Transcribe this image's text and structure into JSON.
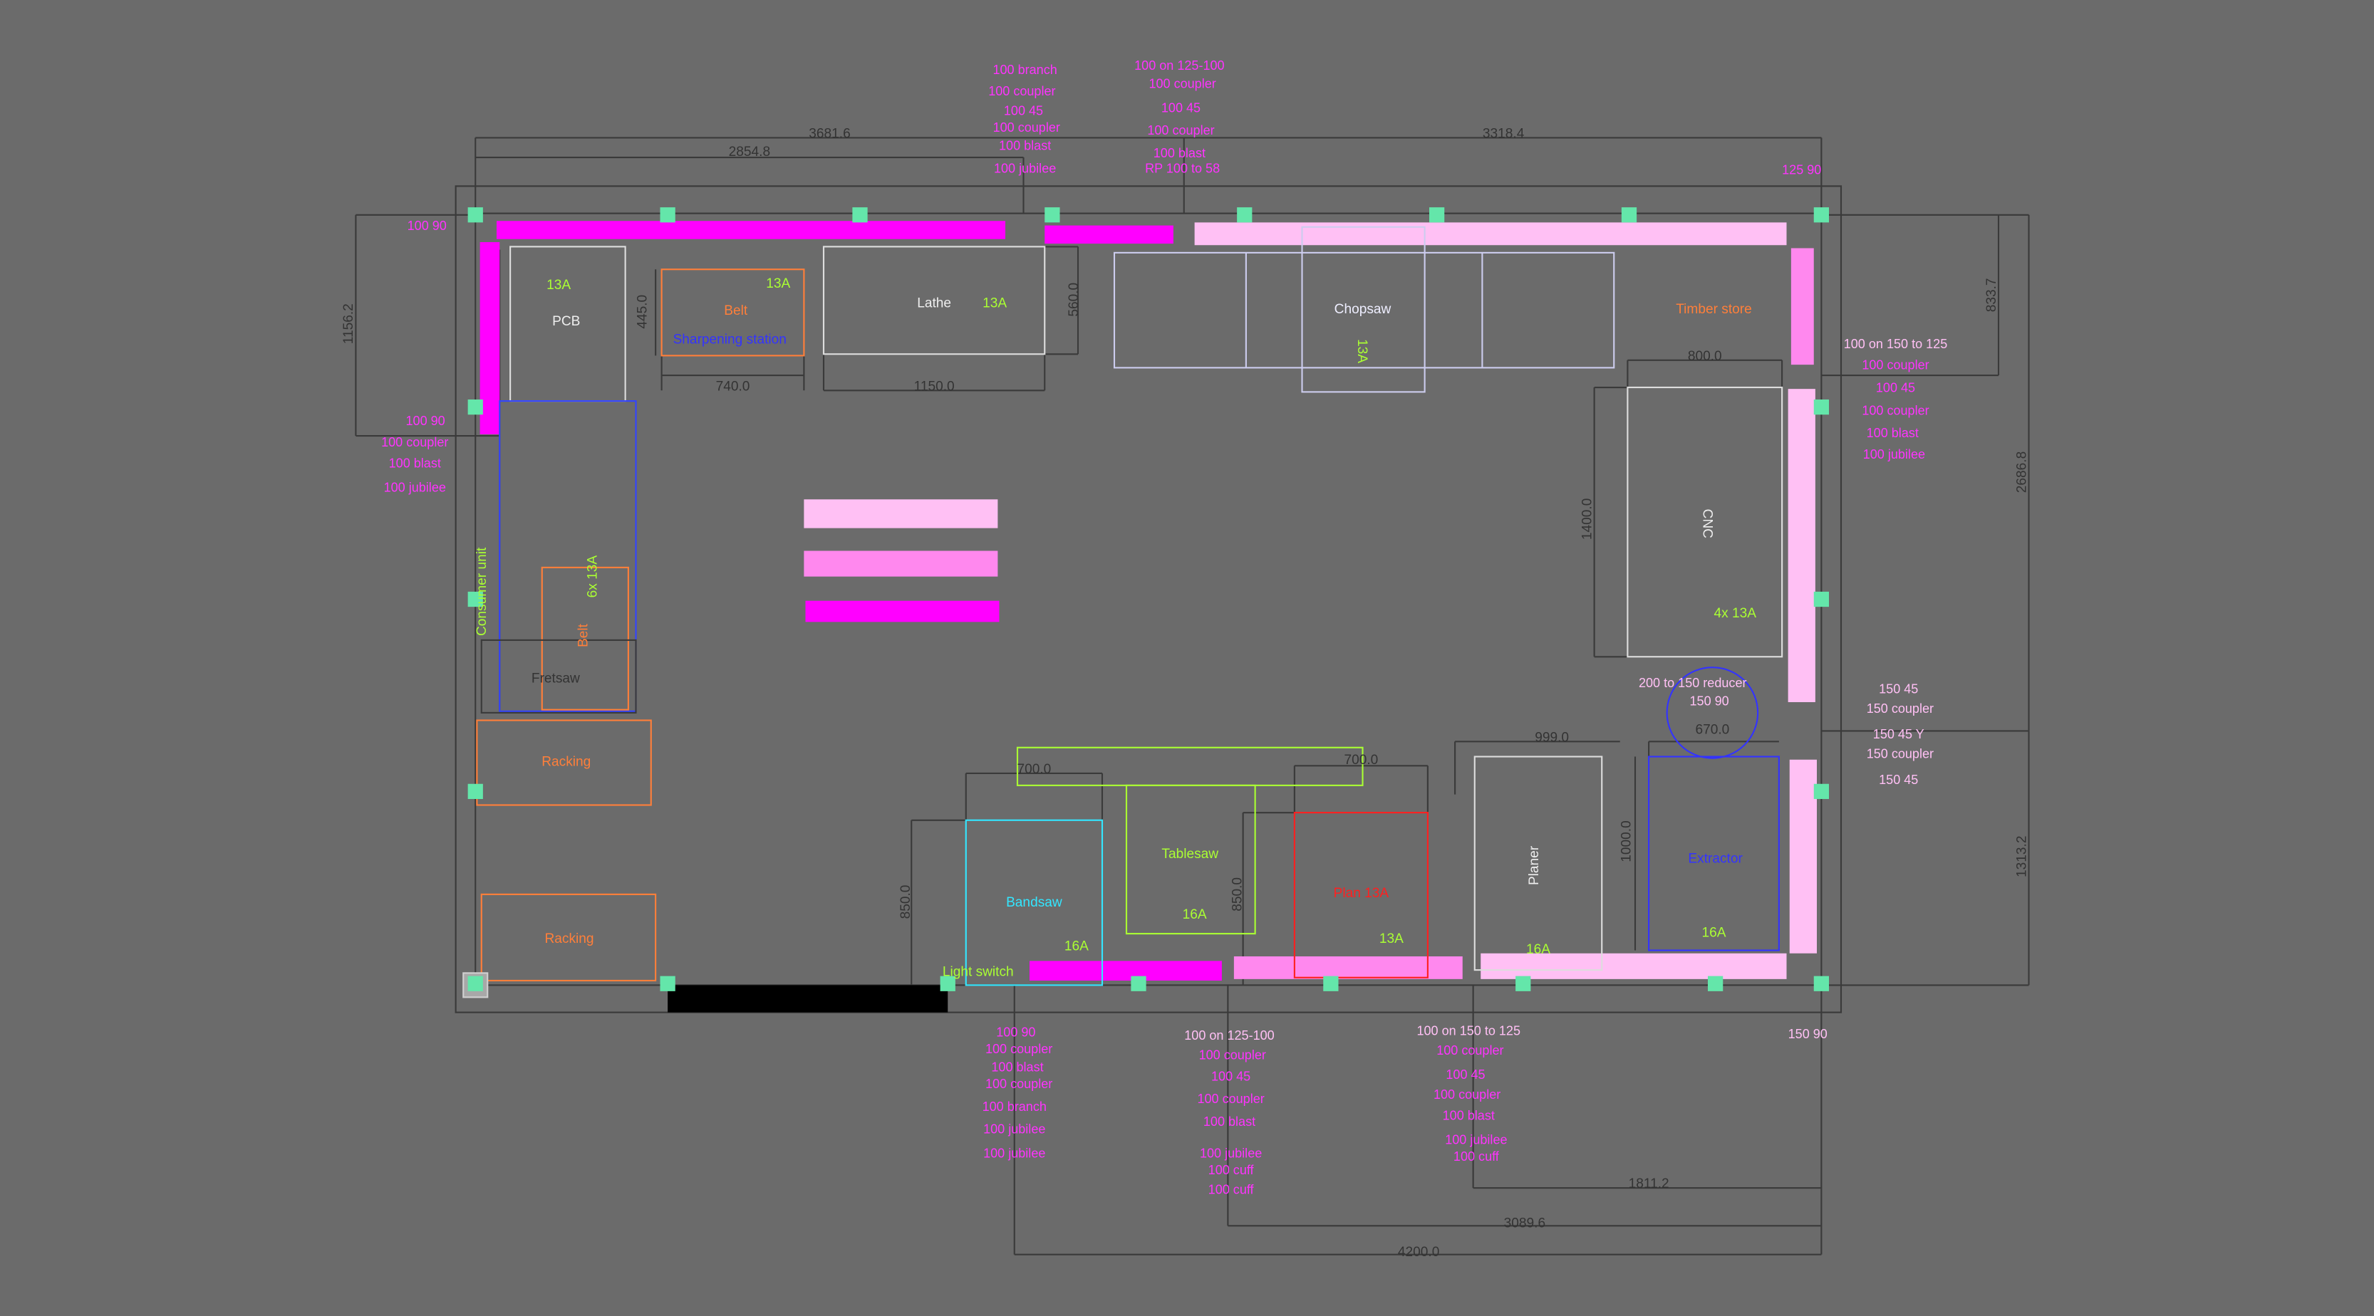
{
  "colors": {
    "background": "#6b6b6b",
    "line": "#3a3a3a",
    "magenta": "#ff00ff",
    "pink": "#ff88ee",
    "light_pink": "#ffc0f4",
    "marker": "#64e6aa",
    "green_text": "#aaff33",
    "orange": "#ff7f3a",
    "blue": "#3333ff",
    "cyan": "#33e6ff",
    "red": "#ff2020",
    "white": "#eeeeee"
  },
  "dimensions": {
    "d3681": "3681.6",
    "d2854": "2854.8",
    "d3318": "3318.4",
    "d1156": "1156.2",
    "d833": "833.7",
    "d2686": "2686.8",
    "d1313": "1313.2",
    "d445": "445.0",
    "d740": "740.0",
    "d1150": "1150.0",
    "d560": "560.0",
    "d800": "800.0",
    "d1400": "1400.0",
    "d999": "999.0",
    "d670": "670.0",
    "d1000": "1000.0",
    "d700a": "700.0",
    "d700b": "700.0",
    "d850a": "850.0",
    "d850b": "850.0",
    "d1811": "1811.2",
    "d3089": "3089.6",
    "d4200": "4200.0"
  },
  "machines": {
    "pcb": "PCB",
    "pcb_power": "13A",
    "belt_top": "Belt",
    "belt_top_power": "13A",
    "sharpening": "Sharpening station",
    "lathe": "Lathe",
    "lathe_power": "13A",
    "chopsaw": "Chopsaw",
    "chopsaw_power": "13A",
    "timber_store": "Timber store",
    "cnc": "CNC",
    "cnc_power": "4x 13A",
    "consumer_unit": "Consumer unit",
    "six_13a": "6x 13A",
    "belt_left": "Belt",
    "fretsaw": "Fretsaw",
    "racking_1": "Racking",
    "racking_2": "Racking",
    "bandsaw": "Bandsaw",
    "bandsaw_power": "16A",
    "tablesaw": "Tablesaw",
    "tablesaw_power": "16A",
    "red_machine": "Plan 13A",
    "red_machine_power": "13A",
    "planer": "Planer",
    "planer_power": "16A",
    "extractor": "Extractor",
    "extractor_power": "16A",
    "light_switch": "Light switch"
  },
  "ducting": {
    "top_left_corner": "100 90",
    "top_group_a": [
      "100 branch",
      "100 coupler",
      "100 45",
      "100 coupler",
      "100 blast",
      "100 jubilee"
    ],
    "top_group_b": [
      "100 on 125-100",
      "100 coupler",
      "100 45",
      "100 coupler",
      "100 blast",
      "RP 100 to 58"
    ],
    "top_right_corner": "125 90",
    "left_group": [
      "100 90",
      "100 coupler",
      "100 blast",
      "100 jubilee"
    ],
    "right_group_a": [
      "100 on 150 to 125",
      "100 coupler",
      "100 45",
      "100 coupler",
      "100 blast",
      "100 jubilee"
    ],
    "reducer": [
      "200 to 150 reducer",
      "150 90"
    ],
    "right_group_b": [
      "150 45",
      "150 coupler",
      "150 45 Y",
      "150 coupler",
      "150 45"
    ],
    "bottom_group_a": [
      "100 90",
      "100 coupler",
      "100 blast",
      "100 coupler",
      "100 branch",
      "100 jubilee",
      "100 jubilee"
    ],
    "bottom_group_b": [
      "100 on 125-100",
      "100 coupler",
      "100 45",
      "100 coupler",
      "100 blast",
      "100 jubilee",
      "100 cuff",
      "100 cuff"
    ],
    "bottom_group_c": [
      "100 on 150 to 125",
      "100 coupler",
      "100 45",
      "100 coupler",
      "100 blast",
      "100 jubilee",
      "100 cuff"
    ],
    "bottom_right_corner": "150 90"
  }
}
